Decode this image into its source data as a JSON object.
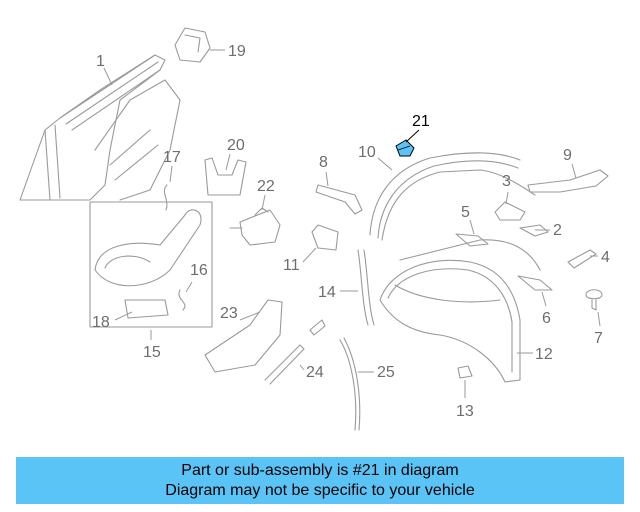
{
  "diagram": {
    "callouts": [
      "1",
      "2",
      "3",
      "4",
      "5",
      "6",
      "7",
      "8",
      "9",
      "10",
      "11",
      "12",
      "13",
      "14",
      "15",
      "16",
      "17",
      "18",
      "19",
      "20",
      "21",
      "22",
      "23",
      "24",
      "25"
    ],
    "highlighted_callout": "21",
    "highlight_color": "#5bc4f7",
    "line_color": "#9a9a9a"
  },
  "banner": {
    "line1": "Part or sub-assembly is #21 in diagram",
    "line2": "Diagram may not be specific to your vehicle",
    "background": "#5bc4f7"
  }
}
